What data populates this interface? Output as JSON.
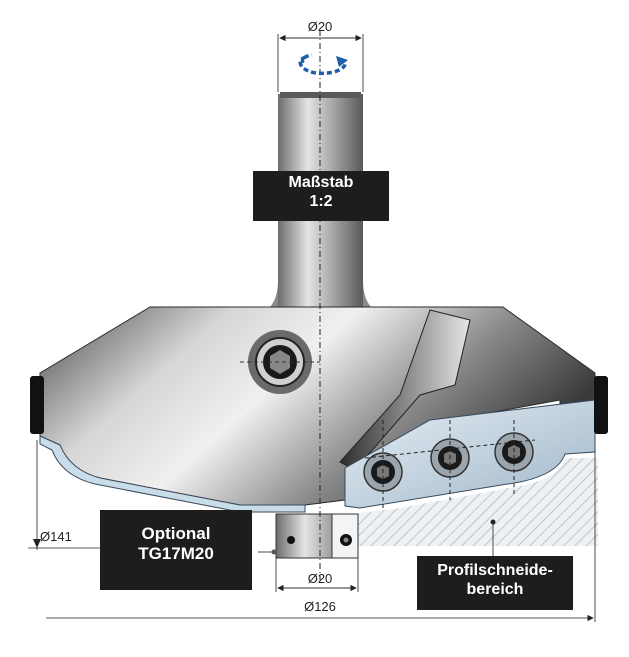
{
  "dimensions": {
    "shank_diameter": "Ø20",
    "outer_diameter": "Ø141",
    "bearing_diameter": "Ø20",
    "profile_diameter": "Ø126"
  },
  "labels": {
    "scale_line1": "Maßstab",
    "scale_line2": "1:2",
    "optional_line1": "Optional",
    "optional_line2": "TG17M20",
    "profile_line1": "Profilschneide-",
    "profile_line2": "bereich"
  },
  "colors": {
    "rotation_arrow": "#1f5fa8",
    "label_background": "#1d1d1d",
    "steel_dark": "#3c3c3c",
    "steel_light": "#d8d8d8",
    "insert_blue": "#c9dcea"
  },
  "icons": {
    "rotation": "rotation-arrow-icon"
  }
}
